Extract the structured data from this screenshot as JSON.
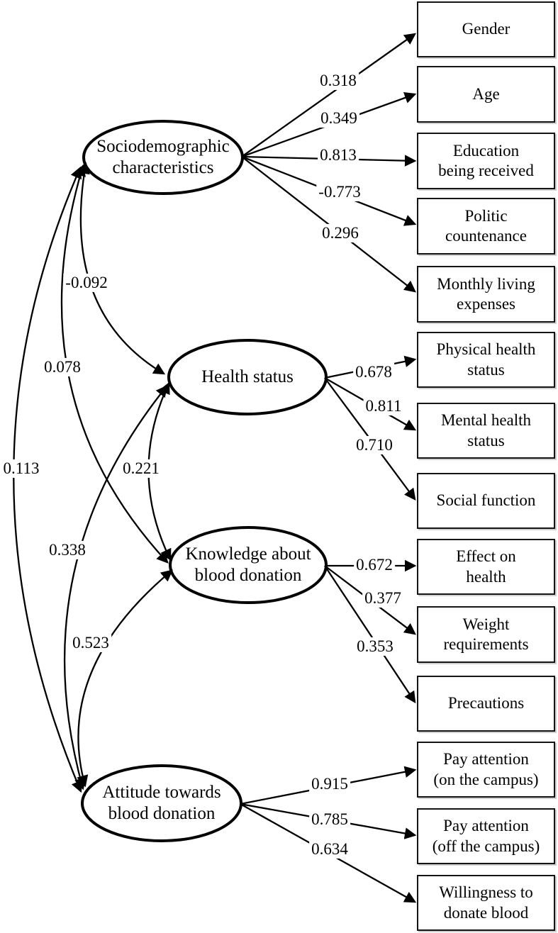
{
  "figure": {
    "type": "structural-equation-model-path-diagram",
    "colors": {
      "background": "#ffffff",
      "line": "#000000",
      "text": "#000000"
    }
  },
  "latents": [
    {
      "name": "sociodemographic-characteristics",
      "label": "Sociodemographic\ncharacteristics"
    },
    {
      "name": "health-status",
      "label": "Health status"
    },
    {
      "name": "knowledge-about-blood-donation",
      "label": "Knowledge about\nblood donation"
    },
    {
      "name": "attitude-towards-blood-donation",
      "label": "Attitude towards\nblood donation"
    }
  ],
  "observed": [
    {
      "label": "Gender"
    },
    {
      "label": "Age"
    },
    {
      "label": "Education\nbeing received"
    },
    {
      "label": "Politic\ncountenance"
    },
    {
      "label": "Monthly living\nexpenses"
    },
    {
      "label": "Physical health\nstatus"
    },
    {
      "label": "Mental health\nstatus"
    },
    {
      "label": "Social function"
    },
    {
      "label": "Effect on\nhealth"
    },
    {
      "label": "Weight\nrequirements"
    },
    {
      "label": "Precautions"
    },
    {
      "label": "Pay attention\n(on the campus)"
    },
    {
      "label": "Pay attention\n(off the campus)"
    },
    {
      "label": "Willingness to\ndonate blood"
    }
  ],
  "loadings": [
    {
      "from": "Sociodemographic characteristics",
      "to": "Gender",
      "value": "0.318"
    },
    {
      "from": "Sociodemographic characteristics",
      "to": "Age",
      "value": "0.349"
    },
    {
      "from": "Sociodemographic characteristics",
      "to": "Education being received",
      "value": "0.813"
    },
    {
      "from": "Sociodemographic characteristics",
      "to": "Politic countenance",
      "value": "-0.773"
    },
    {
      "from": "Sociodemographic characteristics",
      "to": "Monthly living expenses",
      "value": "0.296"
    },
    {
      "from": "Health status",
      "to": "Physical health status",
      "value": "0.678"
    },
    {
      "from": "Health status",
      "to": "Mental health status",
      "value": "0.811"
    },
    {
      "from": "Health status",
      "to": "Social function",
      "value": "0.710"
    },
    {
      "from": "Knowledge about blood donation",
      "to": "Effect on health",
      "value": "0.672"
    },
    {
      "from": "Knowledge about blood donation",
      "to": "Weight requirements",
      "value": "0.377"
    },
    {
      "from": "Knowledge about blood donation",
      "to": "Precautions",
      "value": "0.353"
    },
    {
      "from": "Attitude towards blood donation",
      "to": "Pay attention (on the campus)",
      "value": "0.915"
    },
    {
      "from": "Attitude towards blood donation",
      "to": "Pay attention (off the campus)",
      "value": "0.785"
    },
    {
      "from": "Attitude towards blood donation",
      "to": "Willingness to donate blood",
      "value": "0.634"
    }
  ],
  "covariances": [
    {
      "between": "Sociodemographic characteristics <-> Health status",
      "value": "-0.092"
    },
    {
      "between": "Sociodemographic characteristics <-> Knowledge about blood donation",
      "value": "0.078"
    },
    {
      "between": "Sociodemographic characteristics <-> Attitude towards blood donation",
      "value": "0.113"
    },
    {
      "between": "Health status <-> Knowledge about blood donation",
      "value": "0.221"
    },
    {
      "between": "Health status <-> Attitude towards blood donation",
      "value": "0.338"
    },
    {
      "between": "Knowledge about blood donation <-> Attitude towards blood donation",
      "value": "0.523"
    }
  ]
}
